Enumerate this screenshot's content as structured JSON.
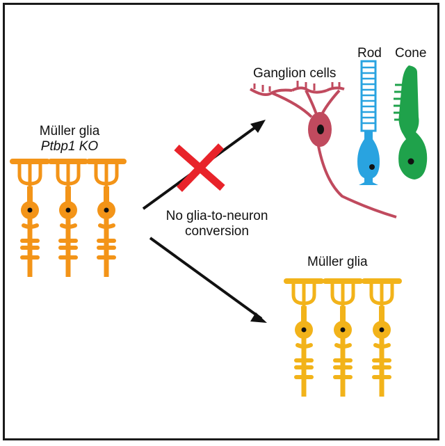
{
  "labels": {
    "muller_ko_line1": "Müller glia",
    "muller_ko_line2": "Ptbp1 KO",
    "ganglion": "Ganglion cells",
    "rod": "Rod",
    "cone": "Cone",
    "no_conversion_line1": "No glia-to-neuron",
    "no_conversion_line2": "conversion",
    "muller_result": "Müller glia"
  },
  "colors": {
    "frame": "#1a1a1a",
    "muller_ko": "#f39418",
    "muller_result": "#f2b31a",
    "ganglion": "#c04a5e",
    "rod": "#29a3e0",
    "cone": "#1fa24b",
    "cross": "#e8232a",
    "arrow": "#111111",
    "nucleus": "#111111"
  },
  "icons": {
    "blocked_path": "red-x-icon",
    "arrow": "arrow-icon"
  }
}
